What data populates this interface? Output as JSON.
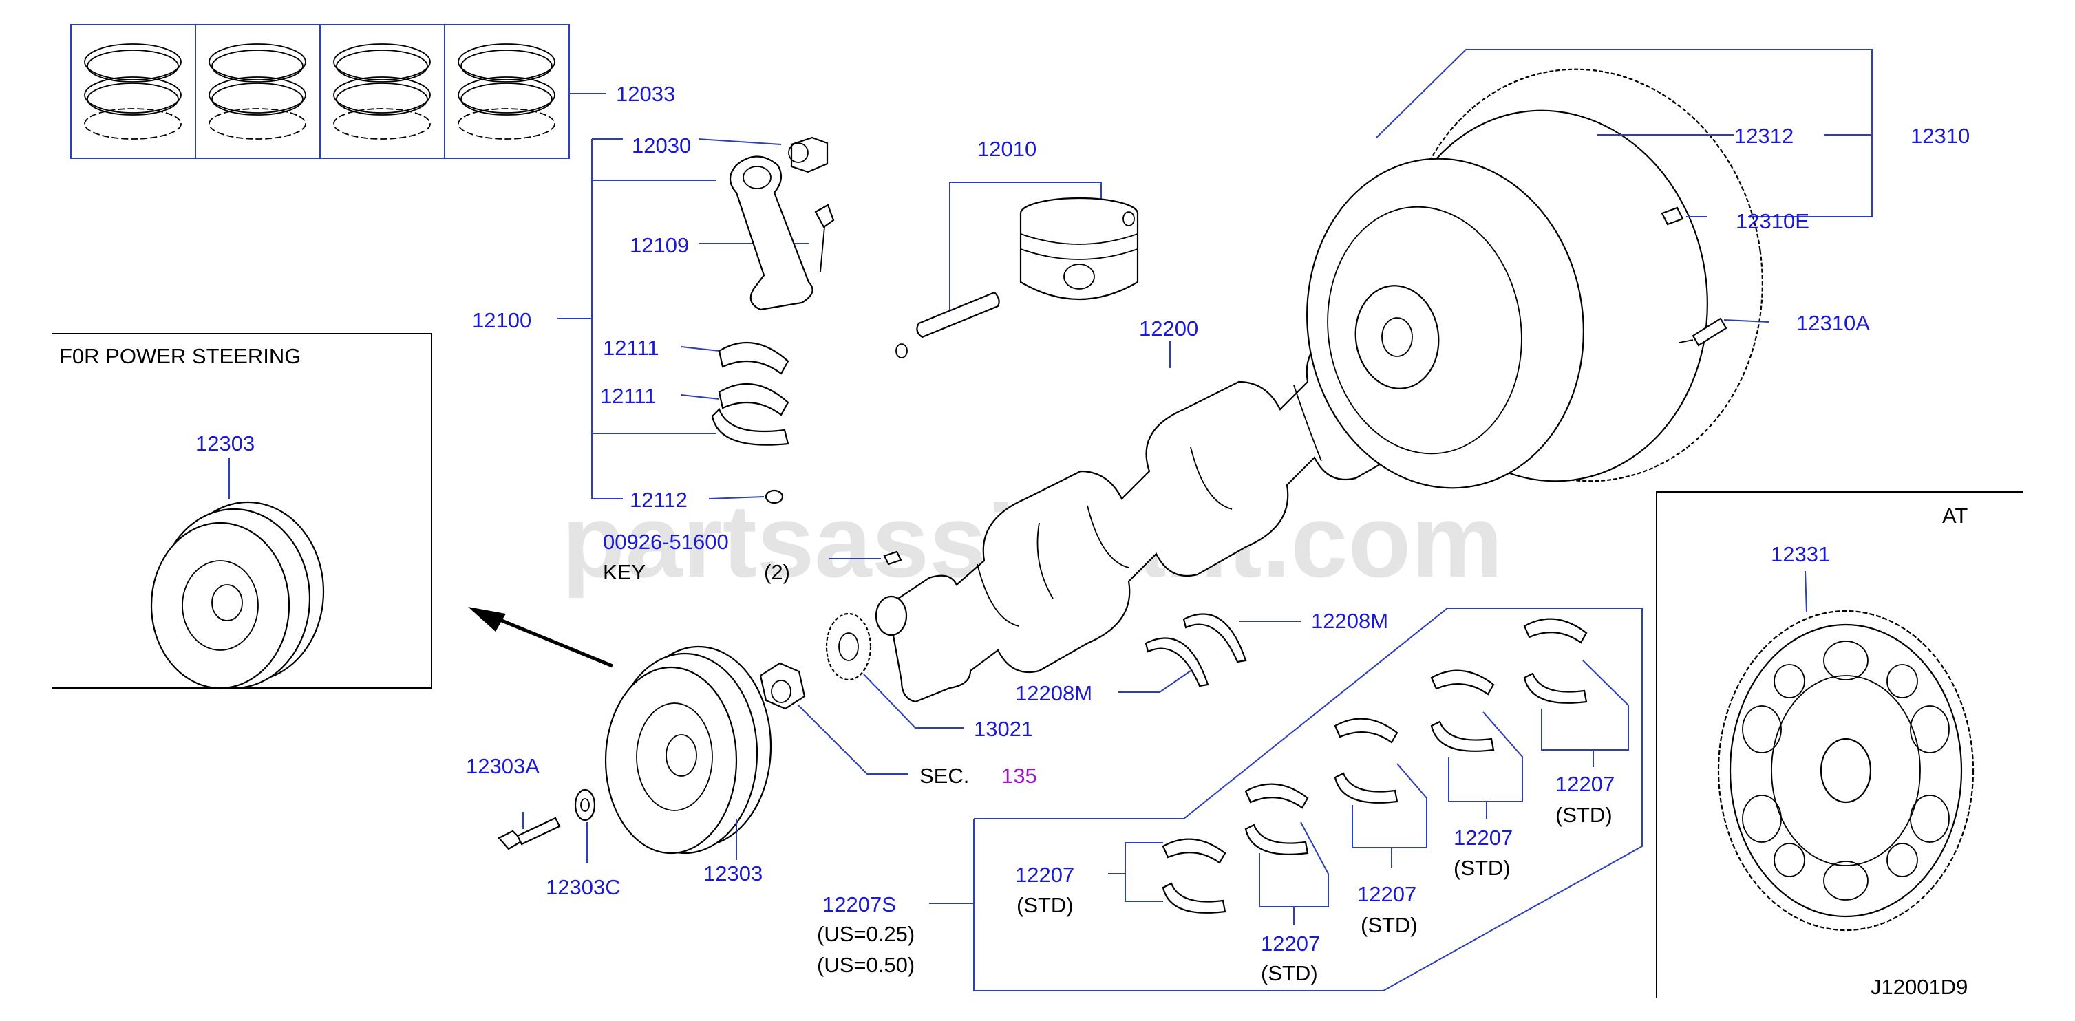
{
  "watermark": "partsassistant.com",
  "diagram_code": "J12001D9",
  "inset_power_steering": {
    "title": "F0R  POWER  STEERING",
    "part": "12303"
  },
  "inset_at": {
    "title": "AT",
    "part": "12331"
  },
  "labels": {
    "p12033": "12033",
    "p12030": "12030",
    "p12109": "12109",
    "p12100": "12100",
    "p12111a": "12111",
    "p12111b": "12111",
    "p12112": "12112",
    "p00926": "00926-51600",
    "key": "KEY",
    "key_qty": "(2)",
    "p12010": "12010",
    "p12200": "12200",
    "p12312": "12312",
    "p12310": "12310",
    "p12310E": "12310E",
    "p12310A": "12310A",
    "p12208Ma": "12208M",
    "p12208Mb": "12208M",
    "p13021": "13021",
    "sec": "SEC.",
    "sec_num": "135",
    "p12303A": "12303A",
    "p12303C": "12303C",
    "p12303": "12303",
    "p12207S": "12207S",
    "us025": "(US=0.25)",
    "us050": "(US=0.50)",
    "b1": "12207",
    "b1s": "(STD)",
    "b2": "12207",
    "b2s": "(STD)",
    "b3": "12207",
    "b3s": "(STD)",
    "b4": "12207",
    "b4s": "(STD)",
    "b5": "12207",
    "b5s": "(STD)"
  }
}
